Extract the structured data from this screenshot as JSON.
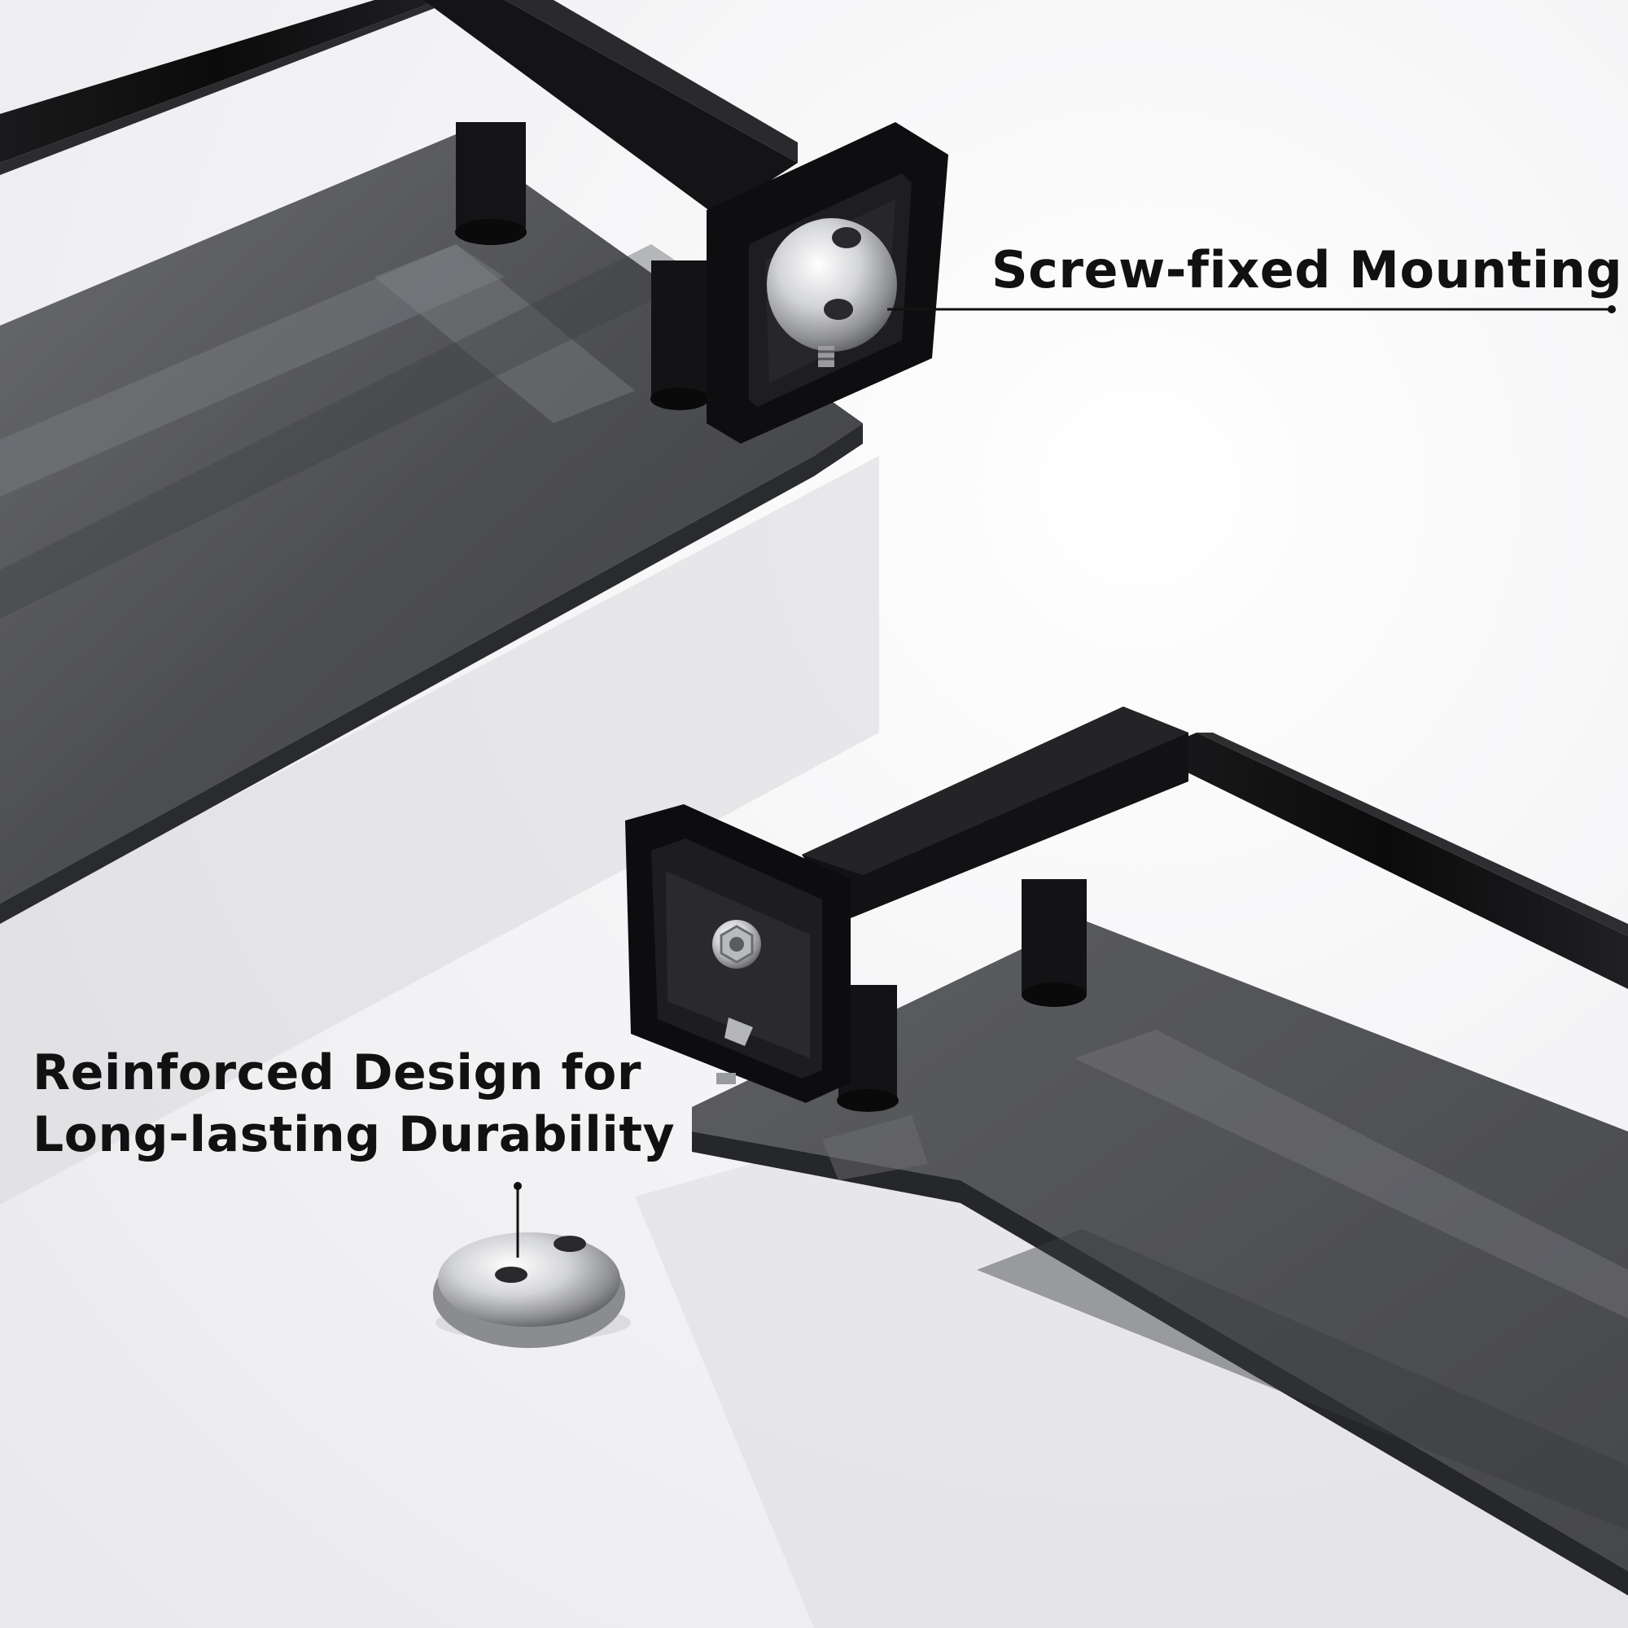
{
  "callouts": {
    "top": "Screw-fixed Mounting",
    "bottom_line1": "Reinforced Design for",
    "bottom_line2": "Long-lasting Durability"
  },
  "colors": {
    "background": "#f3f3f5",
    "frame": "#0d0d0e",
    "glass": "#55565a",
    "steel": "#c8c9cc",
    "text": "#111111"
  }
}
